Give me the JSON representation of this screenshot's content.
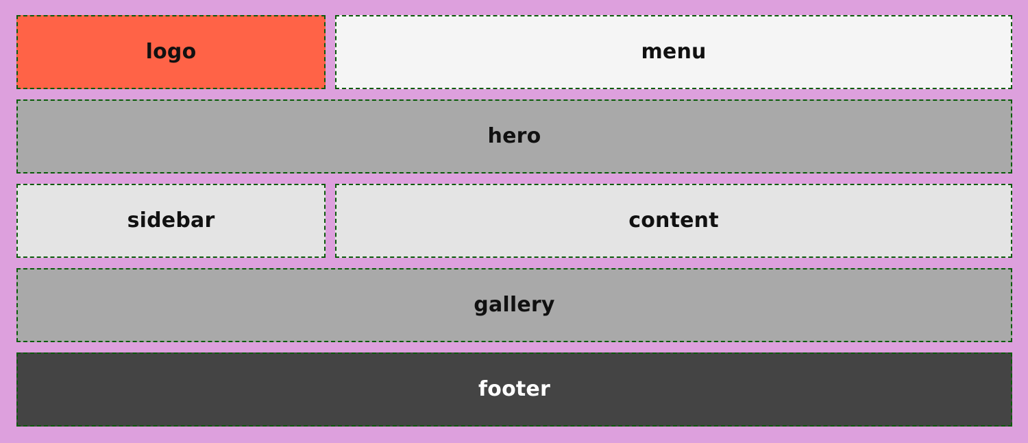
{
  "background": "#dda0dd",
  "border_color": "#0a5a0a",
  "areas": {
    "logo": {
      "label": "logo",
      "bg": "#ff6347",
      "fg": "#111111"
    },
    "menu": {
      "label": "menu",
      "bg": "#f5f5f5",
      "fg": "#111111"
    },
    "hero": {
      "label": "hero",
      "bg": "#a9a9a9",
      "fg": "#111111"
    },
    "sidebar": {
      "label": "sidebar",
      "bg": "#e4e4e4",
      "fg": "#111111"
    },
    "content": {
      "label": "content",
      "bg": "#e4e4e4",
      "fg": "#111111"
    },
    "gallery": {
      "label": "gallery",
      "bg": "#a9a9a9",
      "fg": "#111111"
    },
    "footer": {
      "label": "footer",
      "bg": "#444444",
      "fg": "#ffffff"
    }
  }
}
